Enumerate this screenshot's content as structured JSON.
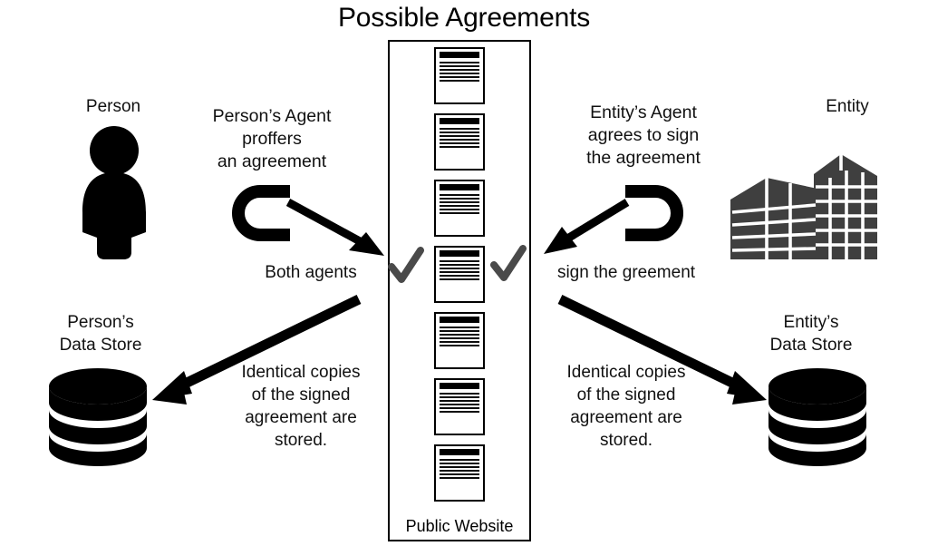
{
  "title": "Possible Agreements",
  "colors": {
    "ink": "#000000",
    "check": "#4a4a4a",
    "building": "#3f3f3f",
    "background": "#ffffff"
  },
  "left": {
    "actor_label": "Person",
    "actor_icon": "person-icon",
    "agent_text": "Person’s Agent\nproffers\nan agreement",
    "agent_loop_icon": "loop-arrow-right-icon",
    "both_agents_text": "Both agents",
    "store_label": "Person’s\nData Store",
    "store_icon": "database-icon",
    "store_text": "Identical copies\nof the signed\nagreement are\nstored."
  },
  "right": {
    "actor_label": "Entity",
    "actor_icon": "building-icon",
    "agent_text": "Entity’s Agent\nagrees to sign\nthe agreement",
    "agent_loop_icon": "loop-arrow-left-icon",
    "sign_text": "sign the greement",
    "store_label": "Entity’s\nData Store",
    "store_icon": "database-icon",
    "store_text": "Identical copies\nof the signed\nagreement are\nstored."
  },
  "website": {
    "label": "Public Website",
    "document_count": 7,
    "document_line_count": 6,
    "highlighted_document_index": 4,
    "check_icon": "check-mark-icon"
  }
}
